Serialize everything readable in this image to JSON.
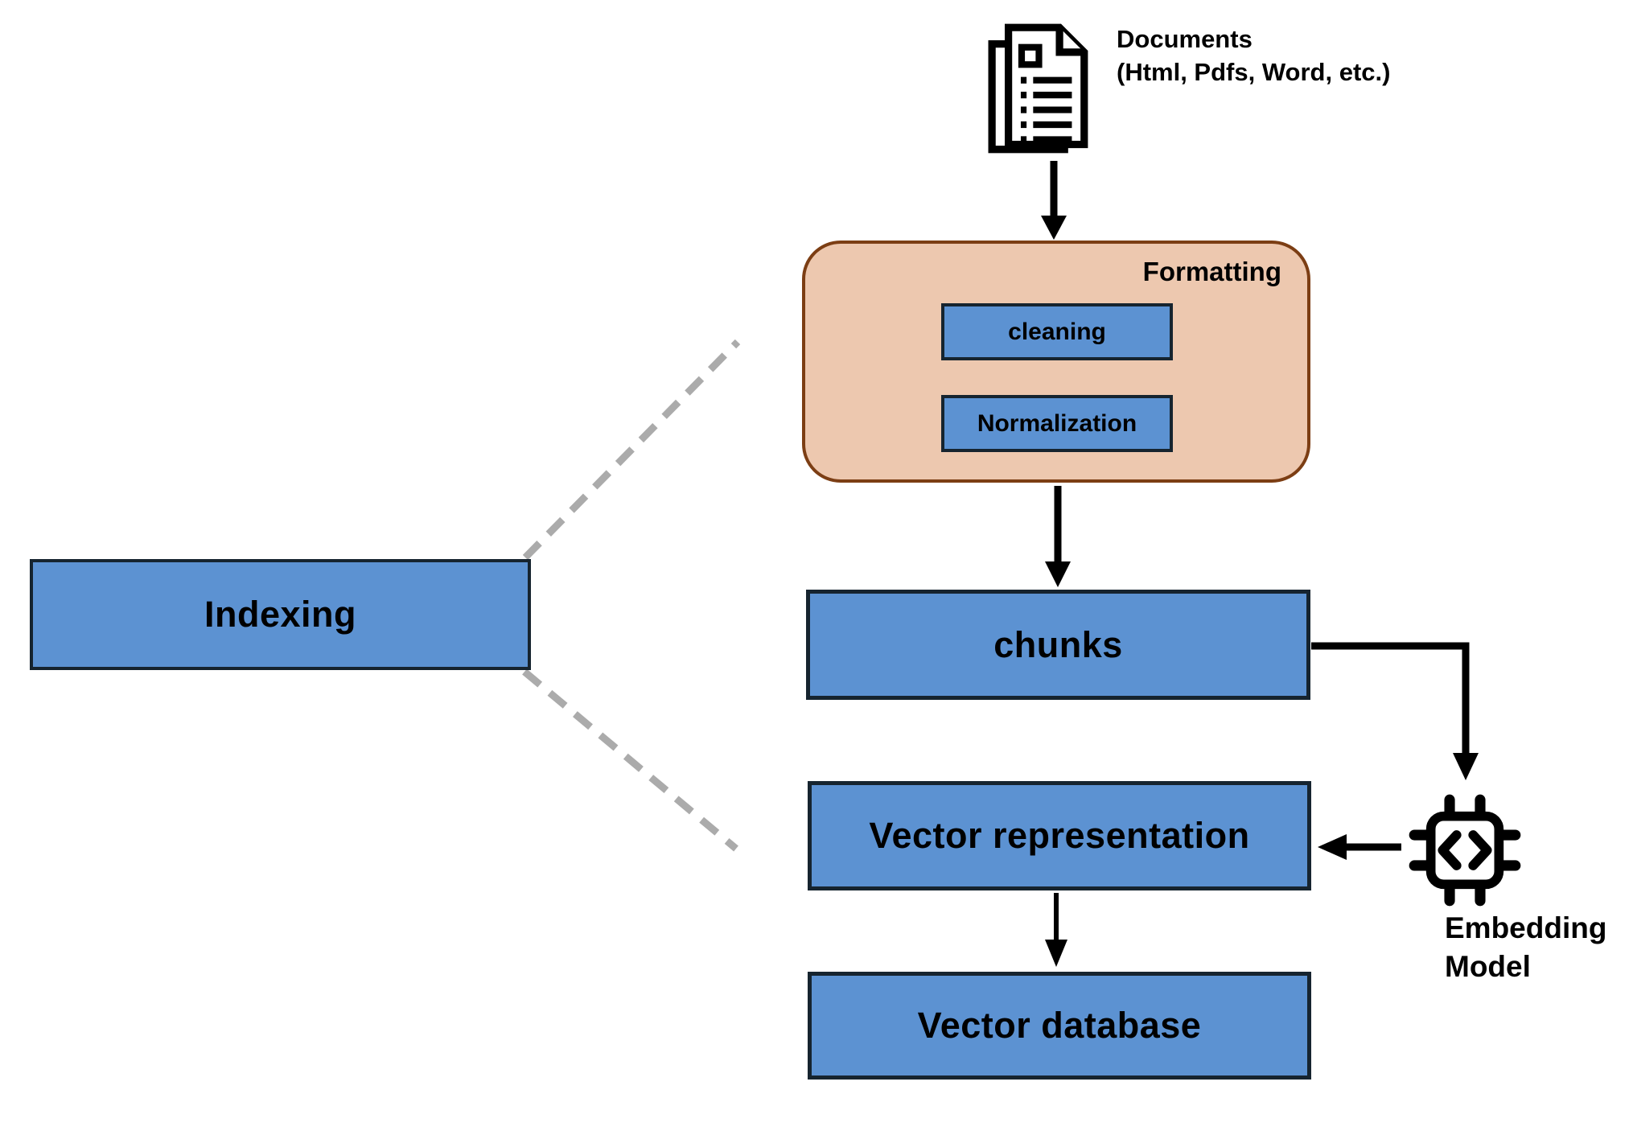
{
  "colors": {
    "node_blue": "#5C92D2",
    "node_border_navy": "#16242F",
    "formatting_fill_peach": "#EDC8AF",
    "formatting_border_brown": "#7C3E14",
    "dashed_connector_gray": "#ABABAB",
    "connector_black": "#000000"
  },
  "nodes": {
    "indexing": {
      "label": "Indexing"
    },
    "formatting": {
      "label": "Formatting",
      "steps": [
        {
          "label": "cleaning"
        },
        {
          "label": "Normalization"
        }
      ]
    },
    "chunks": {
      "label": "chunks"
    },
    "vector_representation": {
      "label": "Vector representation"
    },
    "vector_database": {
      "label": "Vector database"
    }
  },
  "annotations": {
    "documents": {
      "line1": "Documents",
      "line2": "(Html, Pdfs, Word, etc.)"
    },
    "embedding_model": {
      "line1": "Embedding",
      "line2": "Model"
    }
  },
  "icons": {
    "documents": "documents-icon",
    "embedding_model": "chip-icon"
  }
}
